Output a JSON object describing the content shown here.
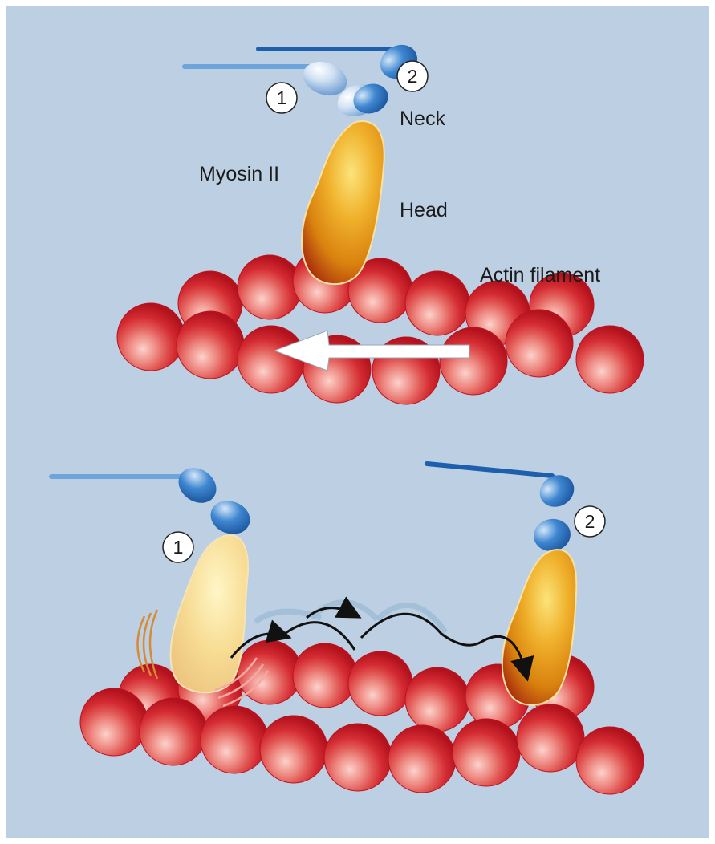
{
  "labels": {
    "neck": "Neck",
    "myosin": "Myosin II",
    "head": "Head",
    "actin": "Actin filament"
  },
  "markers": {
    "one": "1",
    "two": "2"
  },
  "colors": {
    "background": "#bccfe3",
    "actin": "#d41f2e",
    "myosin_head": "#e08a12",
    "myosin_head_faded": "#f3d089",
    "neck_light": "#5b95d4",
    "neck_dark": "#1a5fa9",
    "arrow": "#ffffff",
    "motion_arrow": "#111111"
  }
}
